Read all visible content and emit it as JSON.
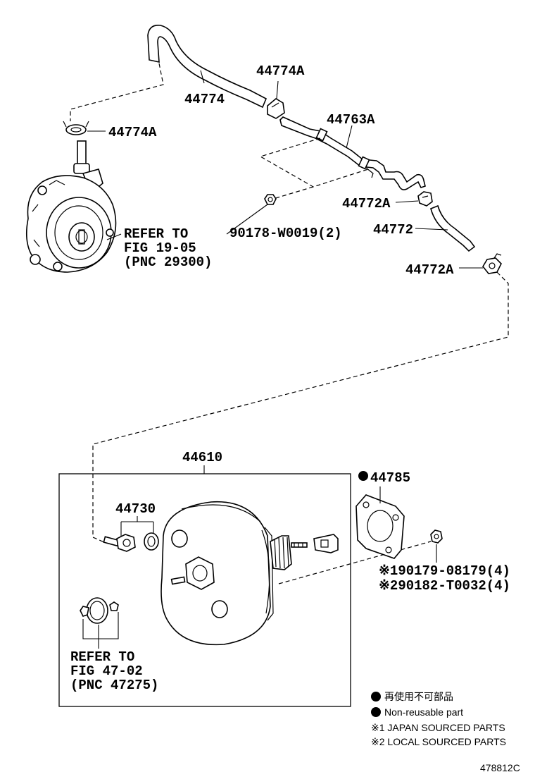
{
  "labels": {
    "p44774": "44774",
    "p44774a_top": "44774A",
    "p44774a_left": "44774A",
    "p44763a": "44763A",
    "p44772a_top": "44772A",
    "p44772": "44772",
    "p44772a_bottom": "44772A",
    "p90178": "90178-W0019(2)",
    "p44610": "44610",
    "p44730": "44730",
    "p44785": "44785",
    "p90179": "※190179-08179(4)",
    "p90182": "※290182-T0032(4)"
  },
  "refer_pump": [
    "REFER TO",
    "FIG 19-05",
    "(PNC 29300)"
  ],
  "refer_seal": [
    "REFER TO",
    "FIG 47-02",
    "(PNC 47275)"
  ],
  "legend": {
    "jp": "再使用不可部品",
    "en": "Non-reusable part",
    "note1": "※1 JAPAN SOURCED PARTS",
    "note2": "※2 LOCAL SOURCED PARTS"
  },
  "diagram_id": "478812C"
}
